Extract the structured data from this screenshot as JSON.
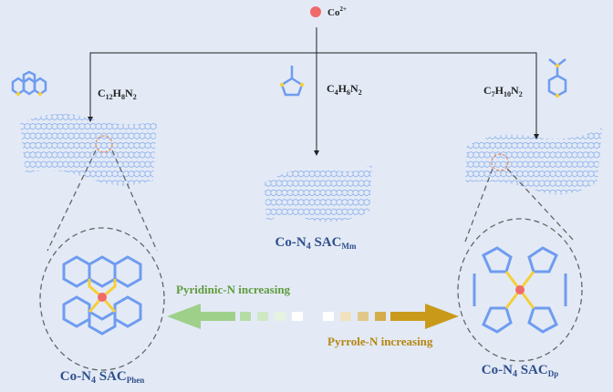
{
  "ion": {
    "symbol": "Co",
    "charge": "2+",
    "color": "#f06a6a"
  },
  "precursors": [
    {
      "formula": [
        "C",
        "12",
        "H",
        "8",
        "N",
        "2"
      ],
      "name": "phenanthroline"
    },
    {
      "formula": [
        "C",
        "4",
        "H",
        "6",
        "N",
        "2"
      ],
      "name": "methylimidazole"
    },
    {
      "formula": [
        "C",
        "7",
        "H",
        "10",
        "N",
        "2"
      ],
      "name": "dimethylaminopyridine"
    }
  ],
  "products": [
    {
      "main": "Co-N",
      "n": "4",
      "sac": " SAC",
      "sub": "Phen"
    },
    {
      "main": "Co-N",
      "n": "4",
      "sac": " SAC",
      "sub": "Mm"
    },
    {
      "main": "Co-N",
      "n": "4",
      "sac": " SAC",
      "sub": "Dp"
    }
  ],
  "trends": {
    "left": {
      "label": "Pyridinic-N increasing",
      "color": "#5f9b3c",
      "arrow_color": "#9fd08a"
    },
    "right": {
      "label": "Pyrrole-N increasing",
      "color": "#b5860f",
      "arrow_color": "#c99a1a"
    }
  },
  "colors": {
    "carbon": "#6f9cf0",
    "nitrogen": "#f5cf3a",
    "cobalt": "#f06a6a",
    "line": "#222222"
  }
}
